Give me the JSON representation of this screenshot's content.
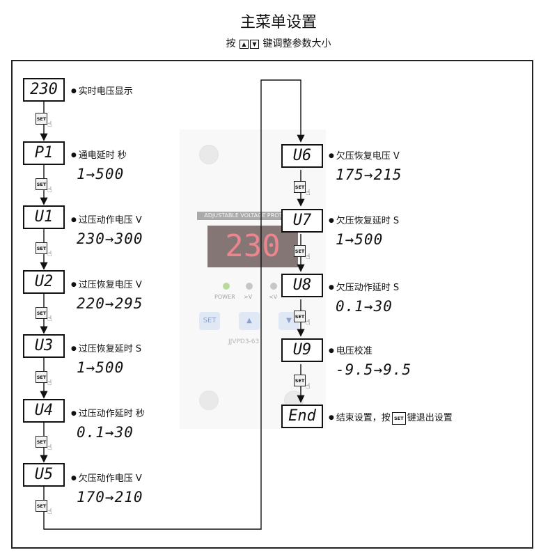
{
  "title": "主菜单设置",
  "subtitle": {
    "prefix": "按",
    "up_key": "▲",
    "down_key": "▼",
    "suffix": "键调整参数大小"
  },
  "set_key_label": "SET",
  "device": {
    "label": "ADJUSTABLE VOLTAGE PROTECTOR",
    "display": "230",
    "indicators": [
      "POWER",
      ">V",
      "<V"
    ],
    "buttons": [
      "SET",
      "▲",
      "▼"
    ],
    "model": "JJVPD3-63"
  },
  "left_column": [
    {
      "code": "230",
      "desc": "实时电压显示",
      "range": ""
    },
    {
      "code": "P1",
      "desc": "通电延时 秒",
      "range": "1→500"
    },
    {
      "code": "U1",
      "desc": "过压动作电压 V",
      "range": "230→300"
    },
    {
      "code": "U2",
      "desc": "过压恢复电压 V",
      "range": "220→295"
    },
    {
      "code": "U3",
      "desc": "过压恢复延时 S",
      "range": "1→500"
    },
    {
      "code": "U4",
      "desc": "过压动作延时 秒",
      "range": "0.1→30"
    },
    {
      "code": "U5",
      "desc": "欠压动作电压 V",
      "range": "170→210"
    }
  ],
  "right_column": [
    {
      "code": "U6",
      "desc": "欠压恢复电压 V",
      "range": "175→215"
    },
    {
      "code": "U7",
      "desc": "欠压恢复延时 S",
      "range": "1→500"
    },
    {
      "code": "U8",
      "desc": "欠压动作延时 S",
      "range": "0.1→30"
    },
    {
      "code": "U9",
      "desc": "电压校准",
      "range": "-9.5→9.5"
    },
    {
      "code": "End",
      "desc_prefix": "结束设置，按",
      "desc_suffix": "键退出设置",
      "range": ""
    }
  ]
}
